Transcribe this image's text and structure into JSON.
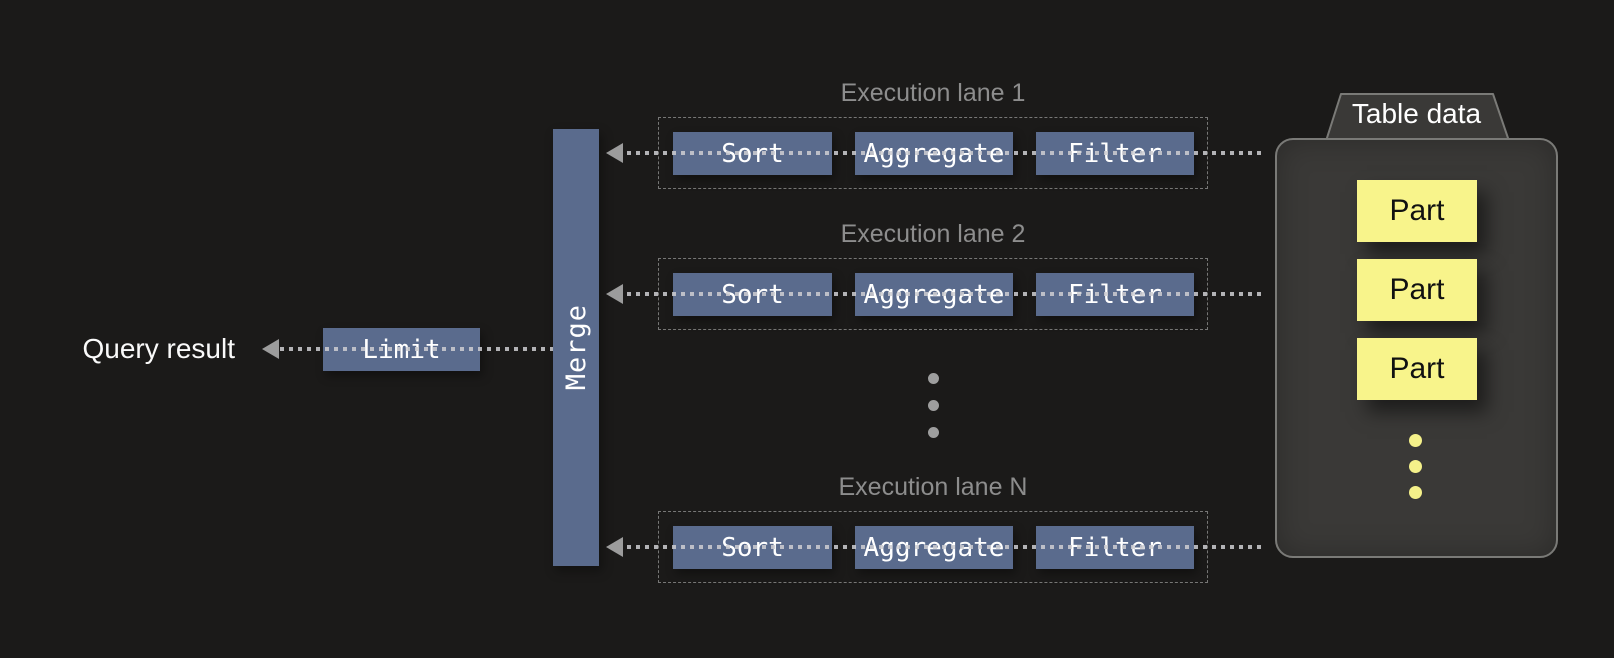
{
  "diagram": {
    "query_result_label": "Query result",
    "limit_label": "Limit",
    "merge_label": "Merge",
    "lanes": [
      {
        "title": "Execution lane 1",
        "nodes": [
          "Sort",
          "Aggregate",
          "Filter"
        ]
      },
      {
        "title": "Execution lane 2",
        "nodes": [
          "Sort",
          "Aggregate",
          "Filter"
        ]
      },
      {
        "title": "Execution lane N",
        "nodes": [
          "Sort",
          "Aggregate",
          "Filter"
        ]
      }
    ],
    "table_data": {
      "title": "Table data",
      "parts": [
        "Part",
        "Part",
        "Part"
      ]
    },
    "colors": {
      "background": "#1b1a19",
      "node_blue": "#5a6b8d",
      "part_yellow": "#f8f48b",
      "container_fill": "#3a3937",
      "container_border": "#7a7a77",
      "dotted_line": "#cecdd2",
      "arrow": "#9c9c9c",
      "lane_title_text": "#8d8d8d"
    }
  }
}
